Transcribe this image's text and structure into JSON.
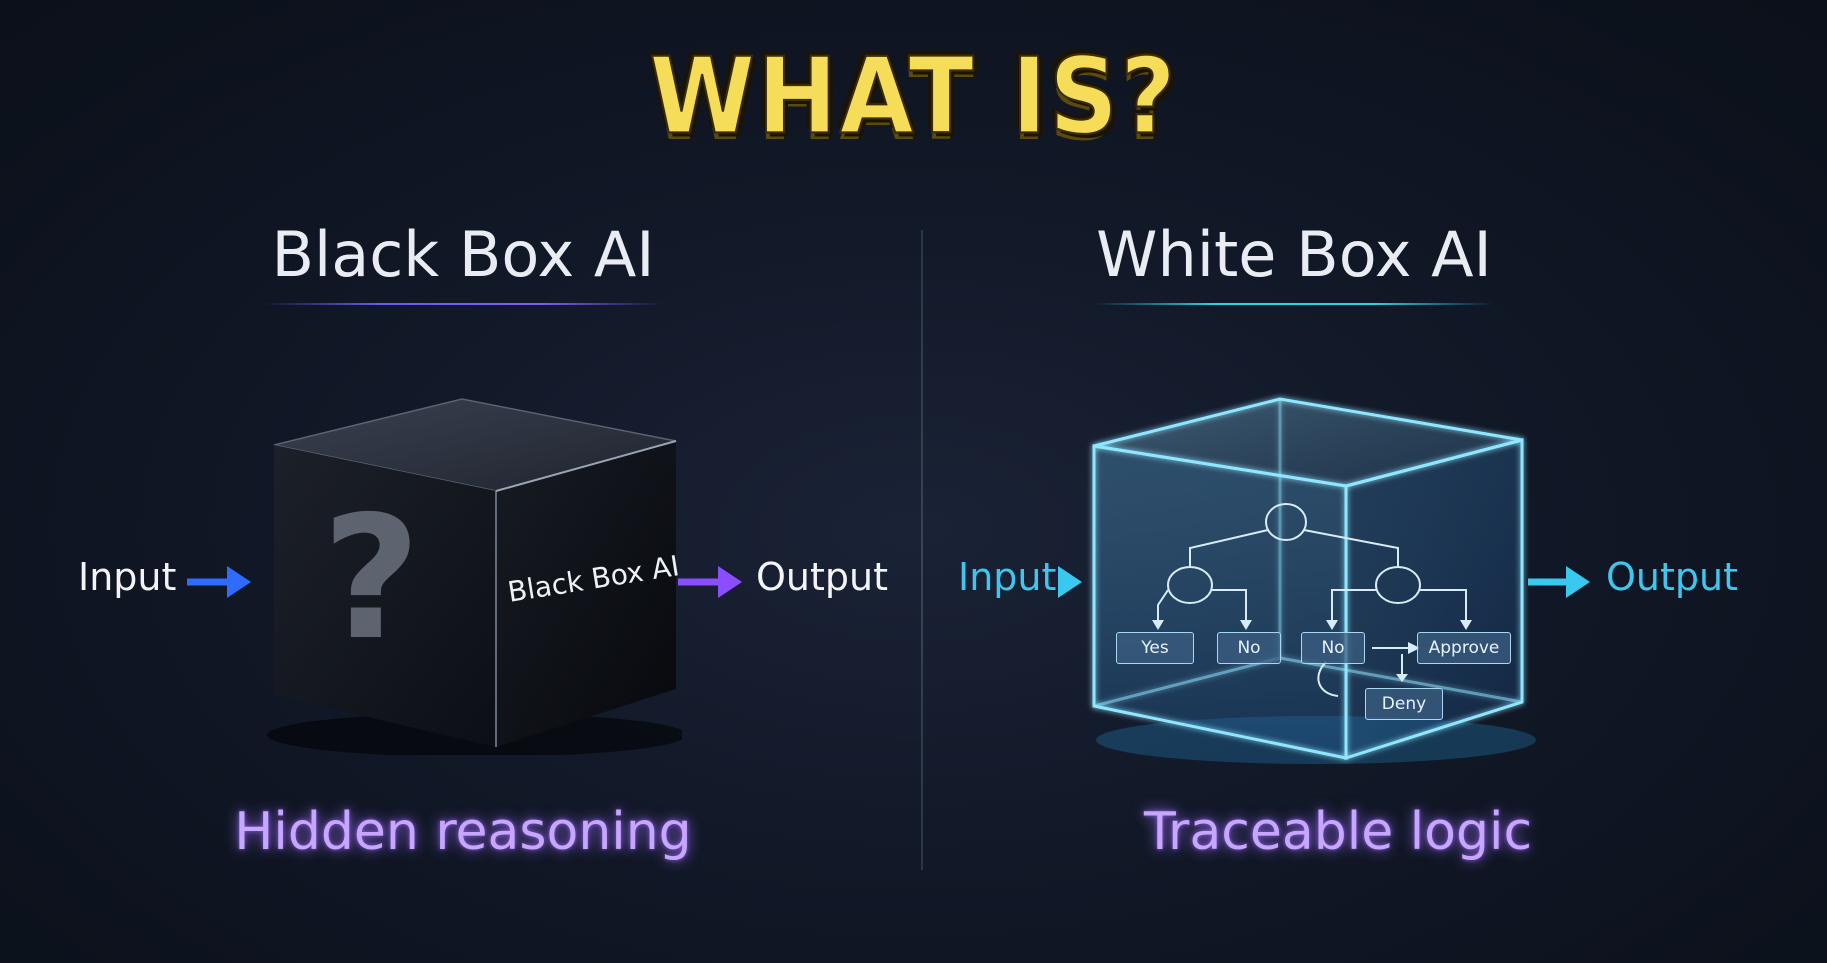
{
  "title": "WHAT IS?",
  "left": {
    "heading": "Black Box AI",
    "input_label": "Input",
    "output_label": "Output",
    "cube_label": "Black Box AI",
    "cube_symbol": "?",
    "caption": "Hidden reasoning",
    "colors": {
      "input_arrow": "#2f6bff",
      "output_arrow": "#8a4dff",
      "underline": "#7b5cff"
    }
  },
  "right": {
    "heading": "White Box AI",
    "input_label": "Input",
    "output_label": "Output",
    "caption": "Traceable logic",
    "decision_tree": {
      "nodes": [
        "Yes",
        "No",
        "No",
        "Approve",
        "Deny"
      ]
    },
    "colors": {
      "arrow": "#38c8f0",
      "underline": "#2fd0e8",
      "glass": "#7fe4ff"
    }
  }
}
